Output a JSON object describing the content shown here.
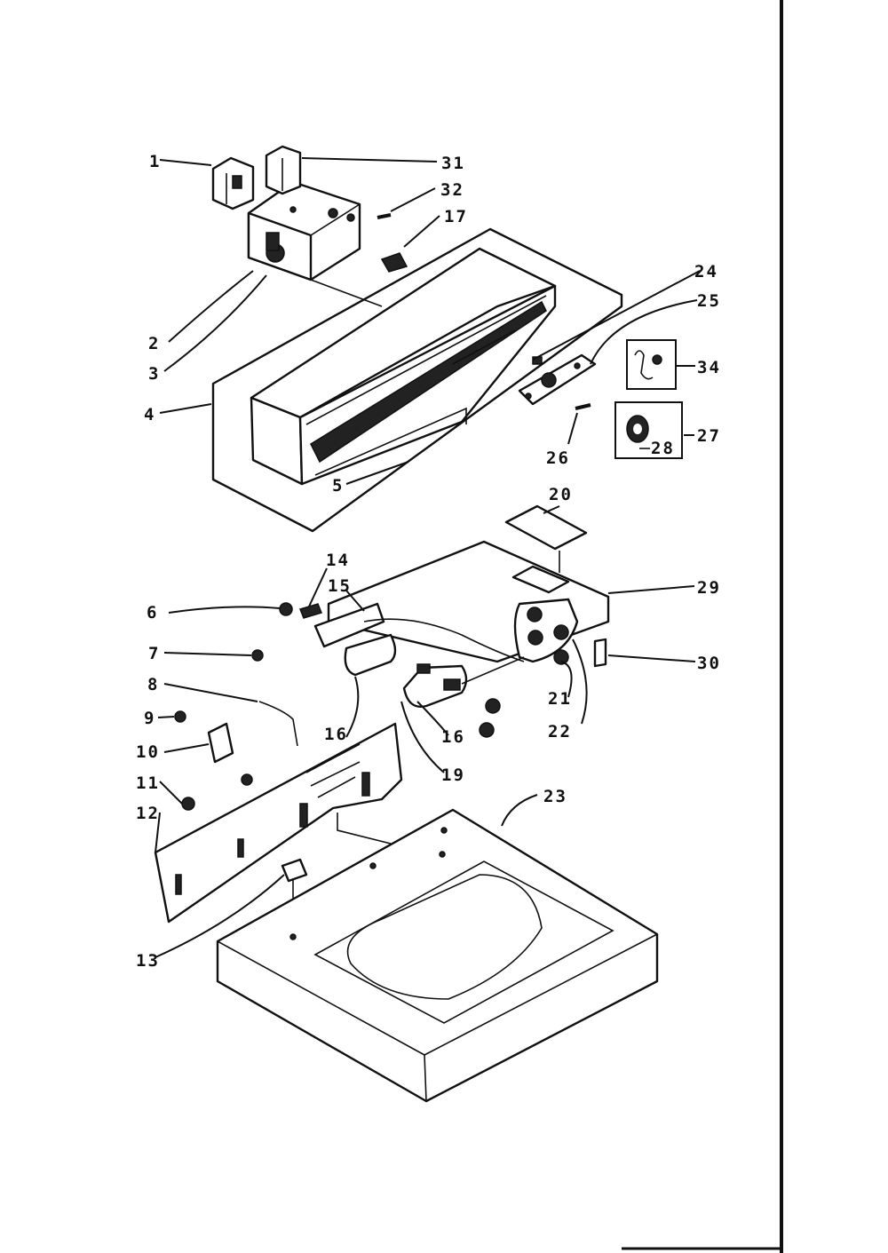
{
  "labels": {
    "l1": "1",
    "l2": "2",
    "l3": "3",
    "l4": "4",
    "l5": "5",
    "l6": "6",
    "l7": "7",
    "l8": "8",
    "l9": "9",
    "l10": "10",
    "l11": "11",
    "l12": "12",
    "l13": "13",
    "l14": "14",
    "l15": "15",
    "l16a": "16",
    "l16b": "16",
    "l17": "17",
    "l19": "19",
    "l20": "20",
    "l21": "21",
    "l22": "22",
    "l23": "23",
    "l24": "24",
    "l25": "25",
    "l26": "26",
    "l27": "27",
    "l28": "28",
    "l29": "29",
    "l30": "30",
    "l31": "31",
    "l32": "32",
    "l34": "34"
  },
  "colors": {
    "ink": "#111111",
    "paper": "#ffffff"
  }
}
